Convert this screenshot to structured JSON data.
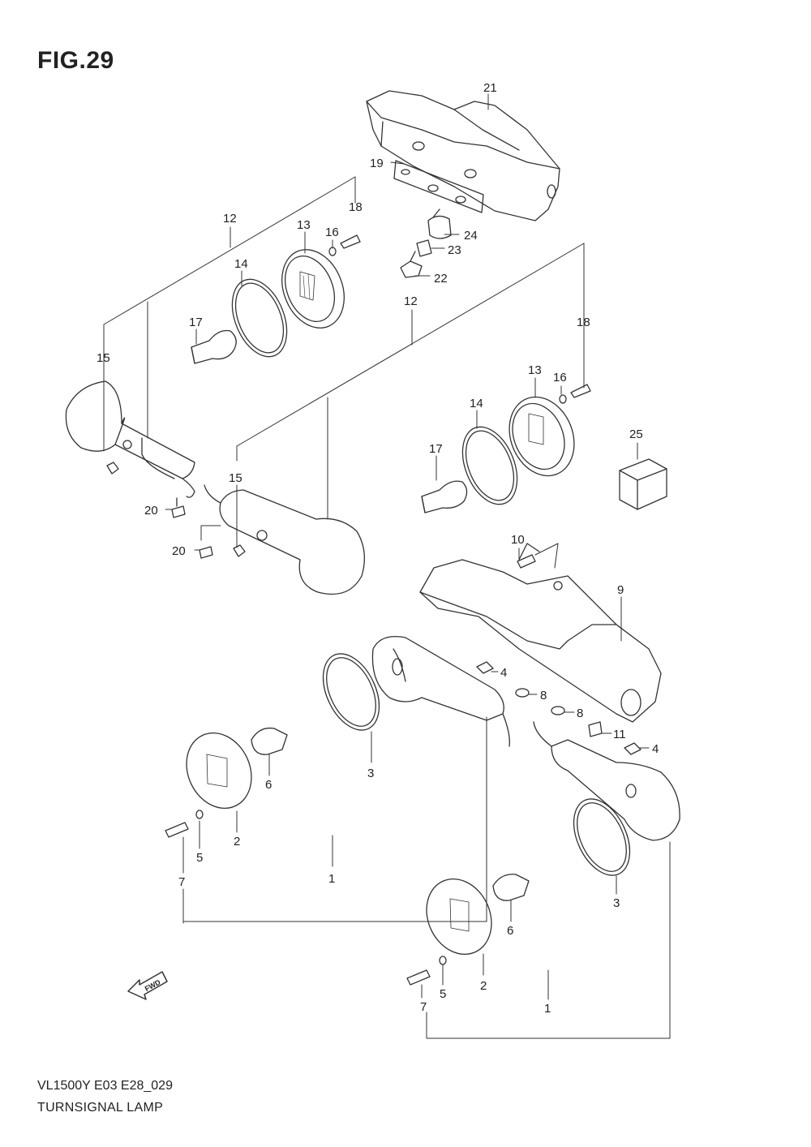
{
  "figure": {
    "title": "FIG.29",
    "model_code": "VL1500Y E03 E28_029",
    "part_name": "TURNSIGNAL LAMP",
    "fwd_label": "FWD"
  },
  "callouts": [
    {
      "id": "c21",
      "label": "21"
    },
    {
      "id": "c19",
      "label": "19"
    },
    {
      "id": "c24",
      "label": "24"
    },
    {
      "id": "c23",
      "label": "23"
    },
    {
      "id": "c22",
      "label": "22"
    },
    {
      "id": "c12a",
      "label": "12"
    },
    {
      "id": "c18a",
      "label": "18"
    },
    {
      "id": "c13a",
      "label": "13"
    },
    {
      "id": "c16a",
      "label": "16"
    },
    {
      "id": "c14a",
      "label": "14"
    },
    {
      "id": "c17a",
      "label": "17"
    },
    {
      "id": "c15a",
      "label": "15"
    },
    {
      "id": "c12b",
      "label": "12"
    },
    {
      "id": "c18b",
      "label": "18"
    },
    {
      "id": "c13b",
      "label": "13"
    },
    {
      "id": "c16b",
      "label": "16"
    },
    {
      "id": "c14b",
      "label": "14"
    },
    {
      "id": "c17b",
      "label": "17"
    },
    {
      "id": "c25",
      "label": "25"
    },
    {
      "id": "c15b",
      "label": "15"
    },
    {
      "id": "c20a",
      "label": "20"
    },
    {
      "id": "c20b",
      "label": "20"
    },
    {
      "id": "c10",
      "label": "10"
    },
    {
      "id": "c9",
      "label": "9"
    },
    {
      "id": "c4a",
      "label": "4"
    },
    {
      "id": "c8a",
      "label": "8"
    },
    {
      "id": "c8b",
      "label": "8"
    },
    {
      "id": "c11",
      "label": "11"
    },
    {
      "id": "c4b",
      "label": "4"
    },
    {
      "id": "c3a",
      "label": "3"
    },
    {
      "id": "c6a",
      "label": "6"
    },
    {
      "id": "c2a",
      "label": "2"
    },
    {
      "id": "c5a",
      "label": "5"
    },
    {
      "id": "c7a",
      "label": "7"
    },
    {
      "id": "c1a",
      "label": "1"
    },
    {
      "id": "c3b",
      "label": "3"
    },
    {
      "id": "c6b",
      "label": "6"
    },
    {
      "id": "c2b",
      "label": "2"
    },
    {
      "id": "c5b",
      "label": "5"
    },
    {
      "id": "c7b",
      "label": "7"
    },
    {
      "id": "c1b",
      "label": "1"
    }
  ]
}
